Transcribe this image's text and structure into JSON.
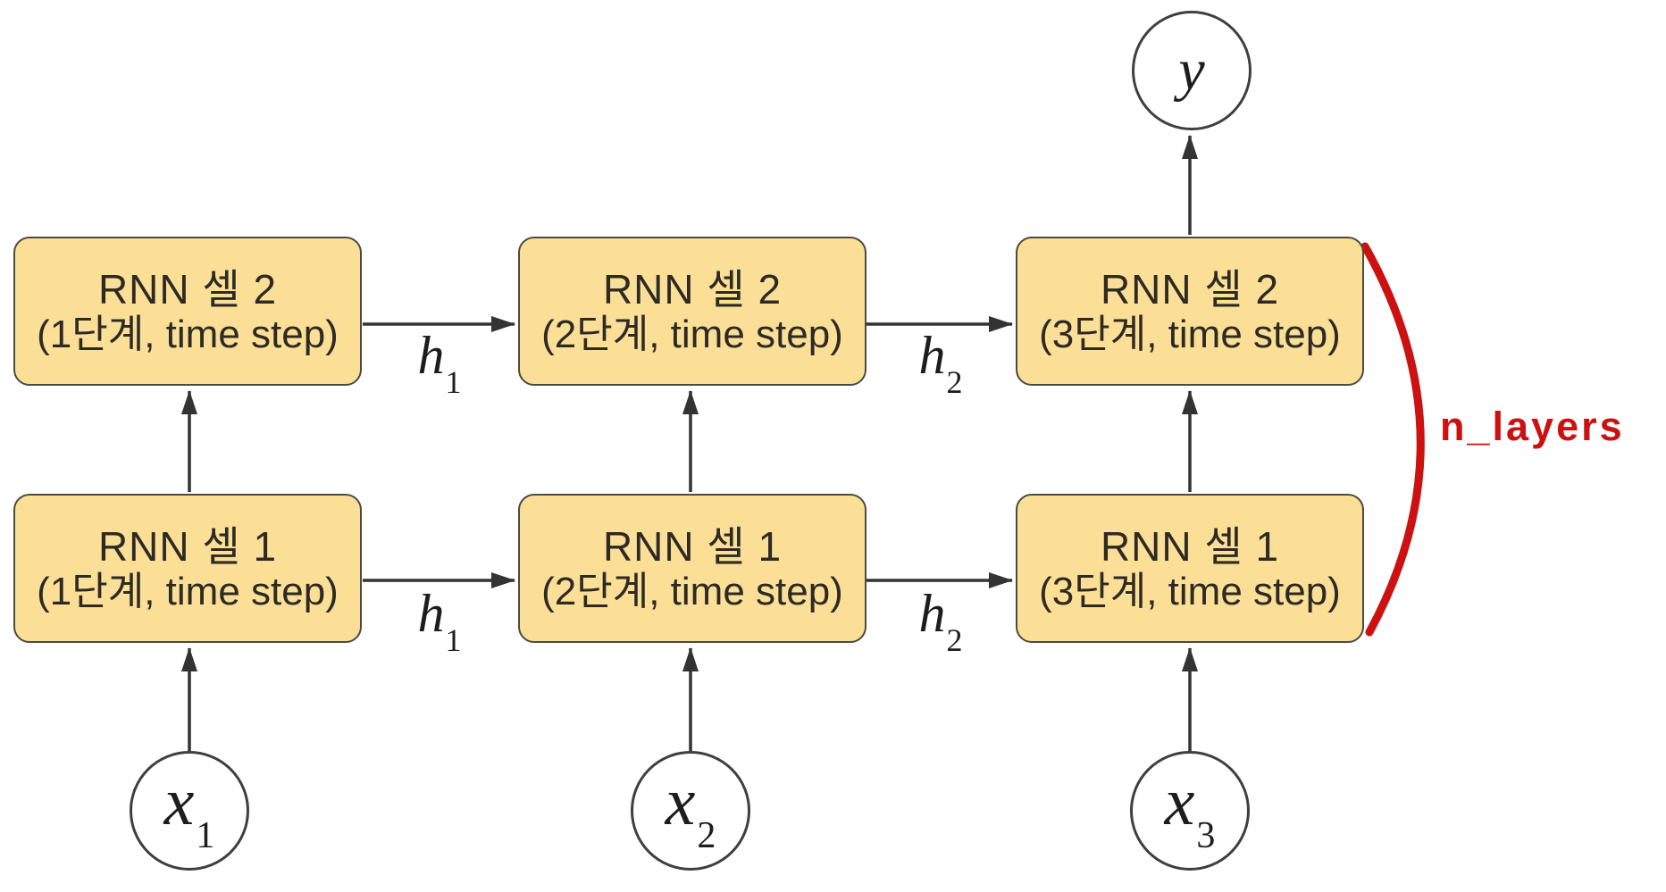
{
  "diagram_title": "stacked-rnn-architecture",
  "colors": {
    "background": "#ffffff",
    "box_fill": "#fbdf96",
    "box_border": "#4a4a42",
    "wire": "#333333",
    "text": "#2d2a24",
    "annotation_red": "#cc1111"
  },
  "boxes": [
    {
      "title": "RNN 셀 2",
      "subtitle": "(1단계, time step)",
      "layer": 2,
      "time_step": 1
    },
    {
      "title": "RNN 셀 2",
      "subtitle": "(2단계, time step)",
      "layer": 2,
      "time_step": 2
    },
    {
      "title": "RNN 셀 2",
      "subtitle": "(3단계, time step)",
      "layer": 2,
      "time_step": 3
    },
    {
      "title": "RNN 셀 1",
      "subtitle": "(1단계, time step)",
      "layer": 1,
      "time_step": 1
    },
    {
      "title": "RNN 셀 1",
      "subtitle": "(2단계, time step)",
      "layer": 1,
      "time_step": 2
    },
    {
      "title": "RNN 셀 1",
      "subtitle": "(3단계, time step)",
      "layer": 1,
      "time_step": 3
    }
  ],
  "hidden_state_labels": [
    {
      "base": "h",
      "sub": "1",
      "row": "top"
    },
    {
      "base": "h",
      "sub": "2",
      "row": "top"
    },
    {
      "base": "h",
      "sub": "1",
      "row": "bottom"
    },
    {
      "base": "h",
      "sub": "2",
      "row": "bottom"
    }
  ],
  "input_nodes": [
    {
      "base": "x",
      "sub": "1"
    },
    {
      "base": "x",
      "sub": "2"
    },
    {
      "base": "x",
      "sub": "3"
    }
  ],
  "output_node": {
    "label": "y"
  },
  "annotation": {
    "label": "n_layers"
  }
}
